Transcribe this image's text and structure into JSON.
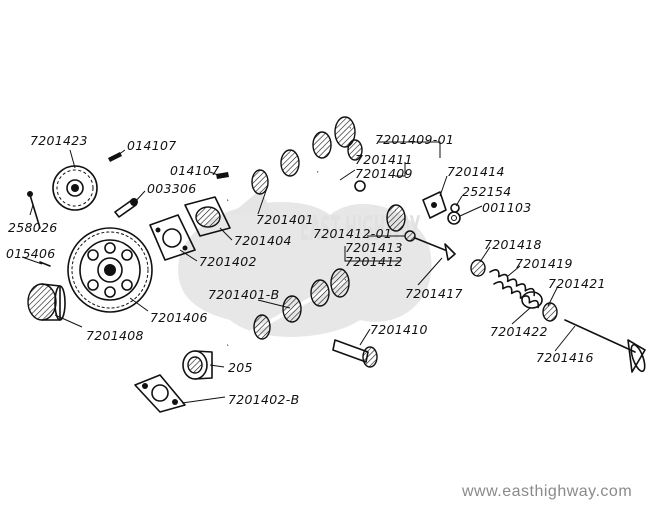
{
  "diagram": {
    "callouts": {
      "p7201423": "7201423",
      "p014107a": "014107",
      "p014107b": "014107",
      "p003306": "003306",
      "p258026": "258026",
      "p015406": "015406",
      "p7201408": "7201408",
      "p7201406": "7201406",
      "p7201402": "7201402",
      "p7201404": "7201404",
      "p7201401": "7201401",
      "p7201401b": "7201401-В",
      "p7201410": "7201410",
      "p205": "205",
      "p7201402b": "7201402-В",
      "p7201409_01": "7201409-01",
      "p7201411": "7201411",
      "p7201409": "7201409",
      "p7201414": "7201414",
      "p252154": "252154",
      "p001103": "001103",
      "p7201412_01": "7201412-01",
      "p7201413": "7201413",
      "p7201412": "7201412",
      "p7201417": "7201417",
      "p7201418": "7201418",
      "p7201419": "7201419",
      "p7201421": "7201421",
      "p7201422": "7201422",
      "p7201416": "7201416"
    },
    "watermark_url": "www.easthighway.com",
    "watermark_logo": "EAST HIGHWAY"
  }
}
